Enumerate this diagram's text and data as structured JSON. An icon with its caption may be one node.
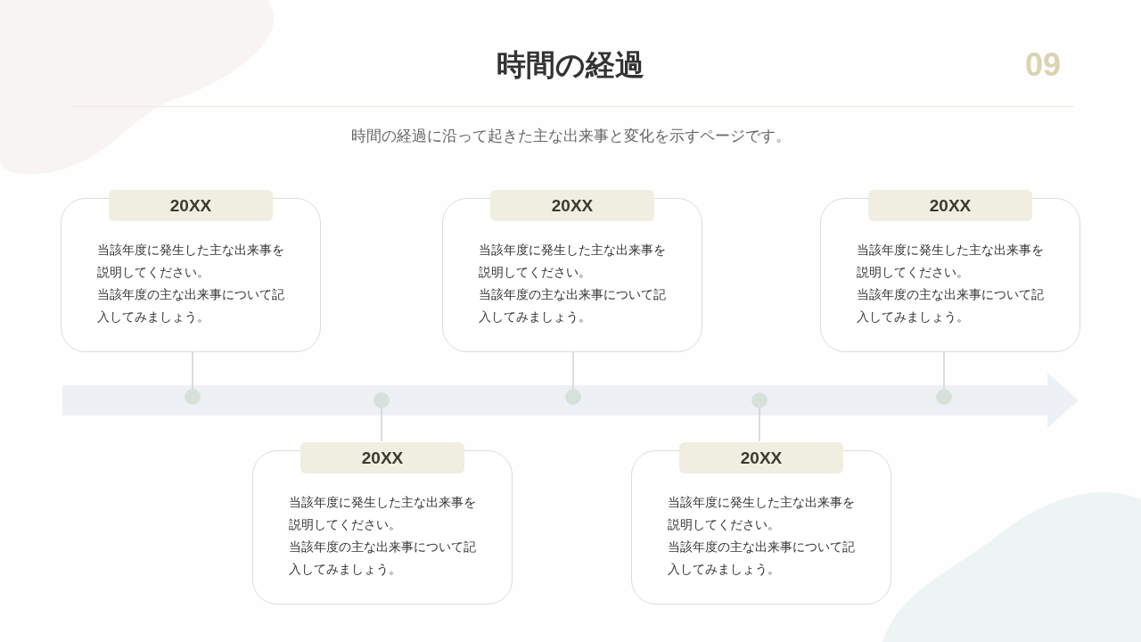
{
  "diagram": {
    "title": "時間の経過",
    "nodes": [
      {
        "text": [
          "20XX",
          "当該年度に発生した主な出来事を説明してください。",
          "当該年度の主な出来事について記入してみましょう。"
        ]
      },
      {
        "text": [
          "20XX",
          "当該年度に発生した主な出来事を説明してください。",
          "当該年度の主な出来事について記入してみましょう。"
        ]
      },
      {
        "text": [
          "20XX",
          "当該年度に発生した主な出来事を説明してください。",
          "当該年度の主な出来事について記入してみましょう。"
        ]
      },
      {
        "text": [
          "20XX",
          "当該年度に発生した主な出来事を説明してください。",
          "当該年度の主な出来事について記入してみましょう。"
        ]
      },
      {
        "text": [
          "20XX",
          "当該年度に発生した主な出来事を説明してください。",
          "当該年度の主な出来事について記入してみましょう。"
        ]
      },
      {
        "text": [],
        "shape": "circle"
      },
      {
        "text": [],
        "shape": "circle"
      },
      {
        "text": [],
        "shape": "circle"
      },
      {
        "text": [],
        "shape": "circle"
      },
      {
        "text": [],
        "shape": "circle"
      }
    ],
    "edges": [
      {
        "from": 0,
        "to": 5,
        "arrow": "none"
      },
      {
        "from": 1,
        "to": 6,
        "arrow": "none"
      },
      {
        "from": 2,
        "to": 7,
        "arrow": "none"
      },
      {
        "from": 3,
        "to": 8,
        "arrow": "none"
      },
      {
        "from": 4,
        "to": 9,
        "arrow": "none"
      }
    ],
    "labels": [
      "09",
      "時間の経過に沿って起きた主な出来事と変化を示すページです。"
    ]
  }
}
